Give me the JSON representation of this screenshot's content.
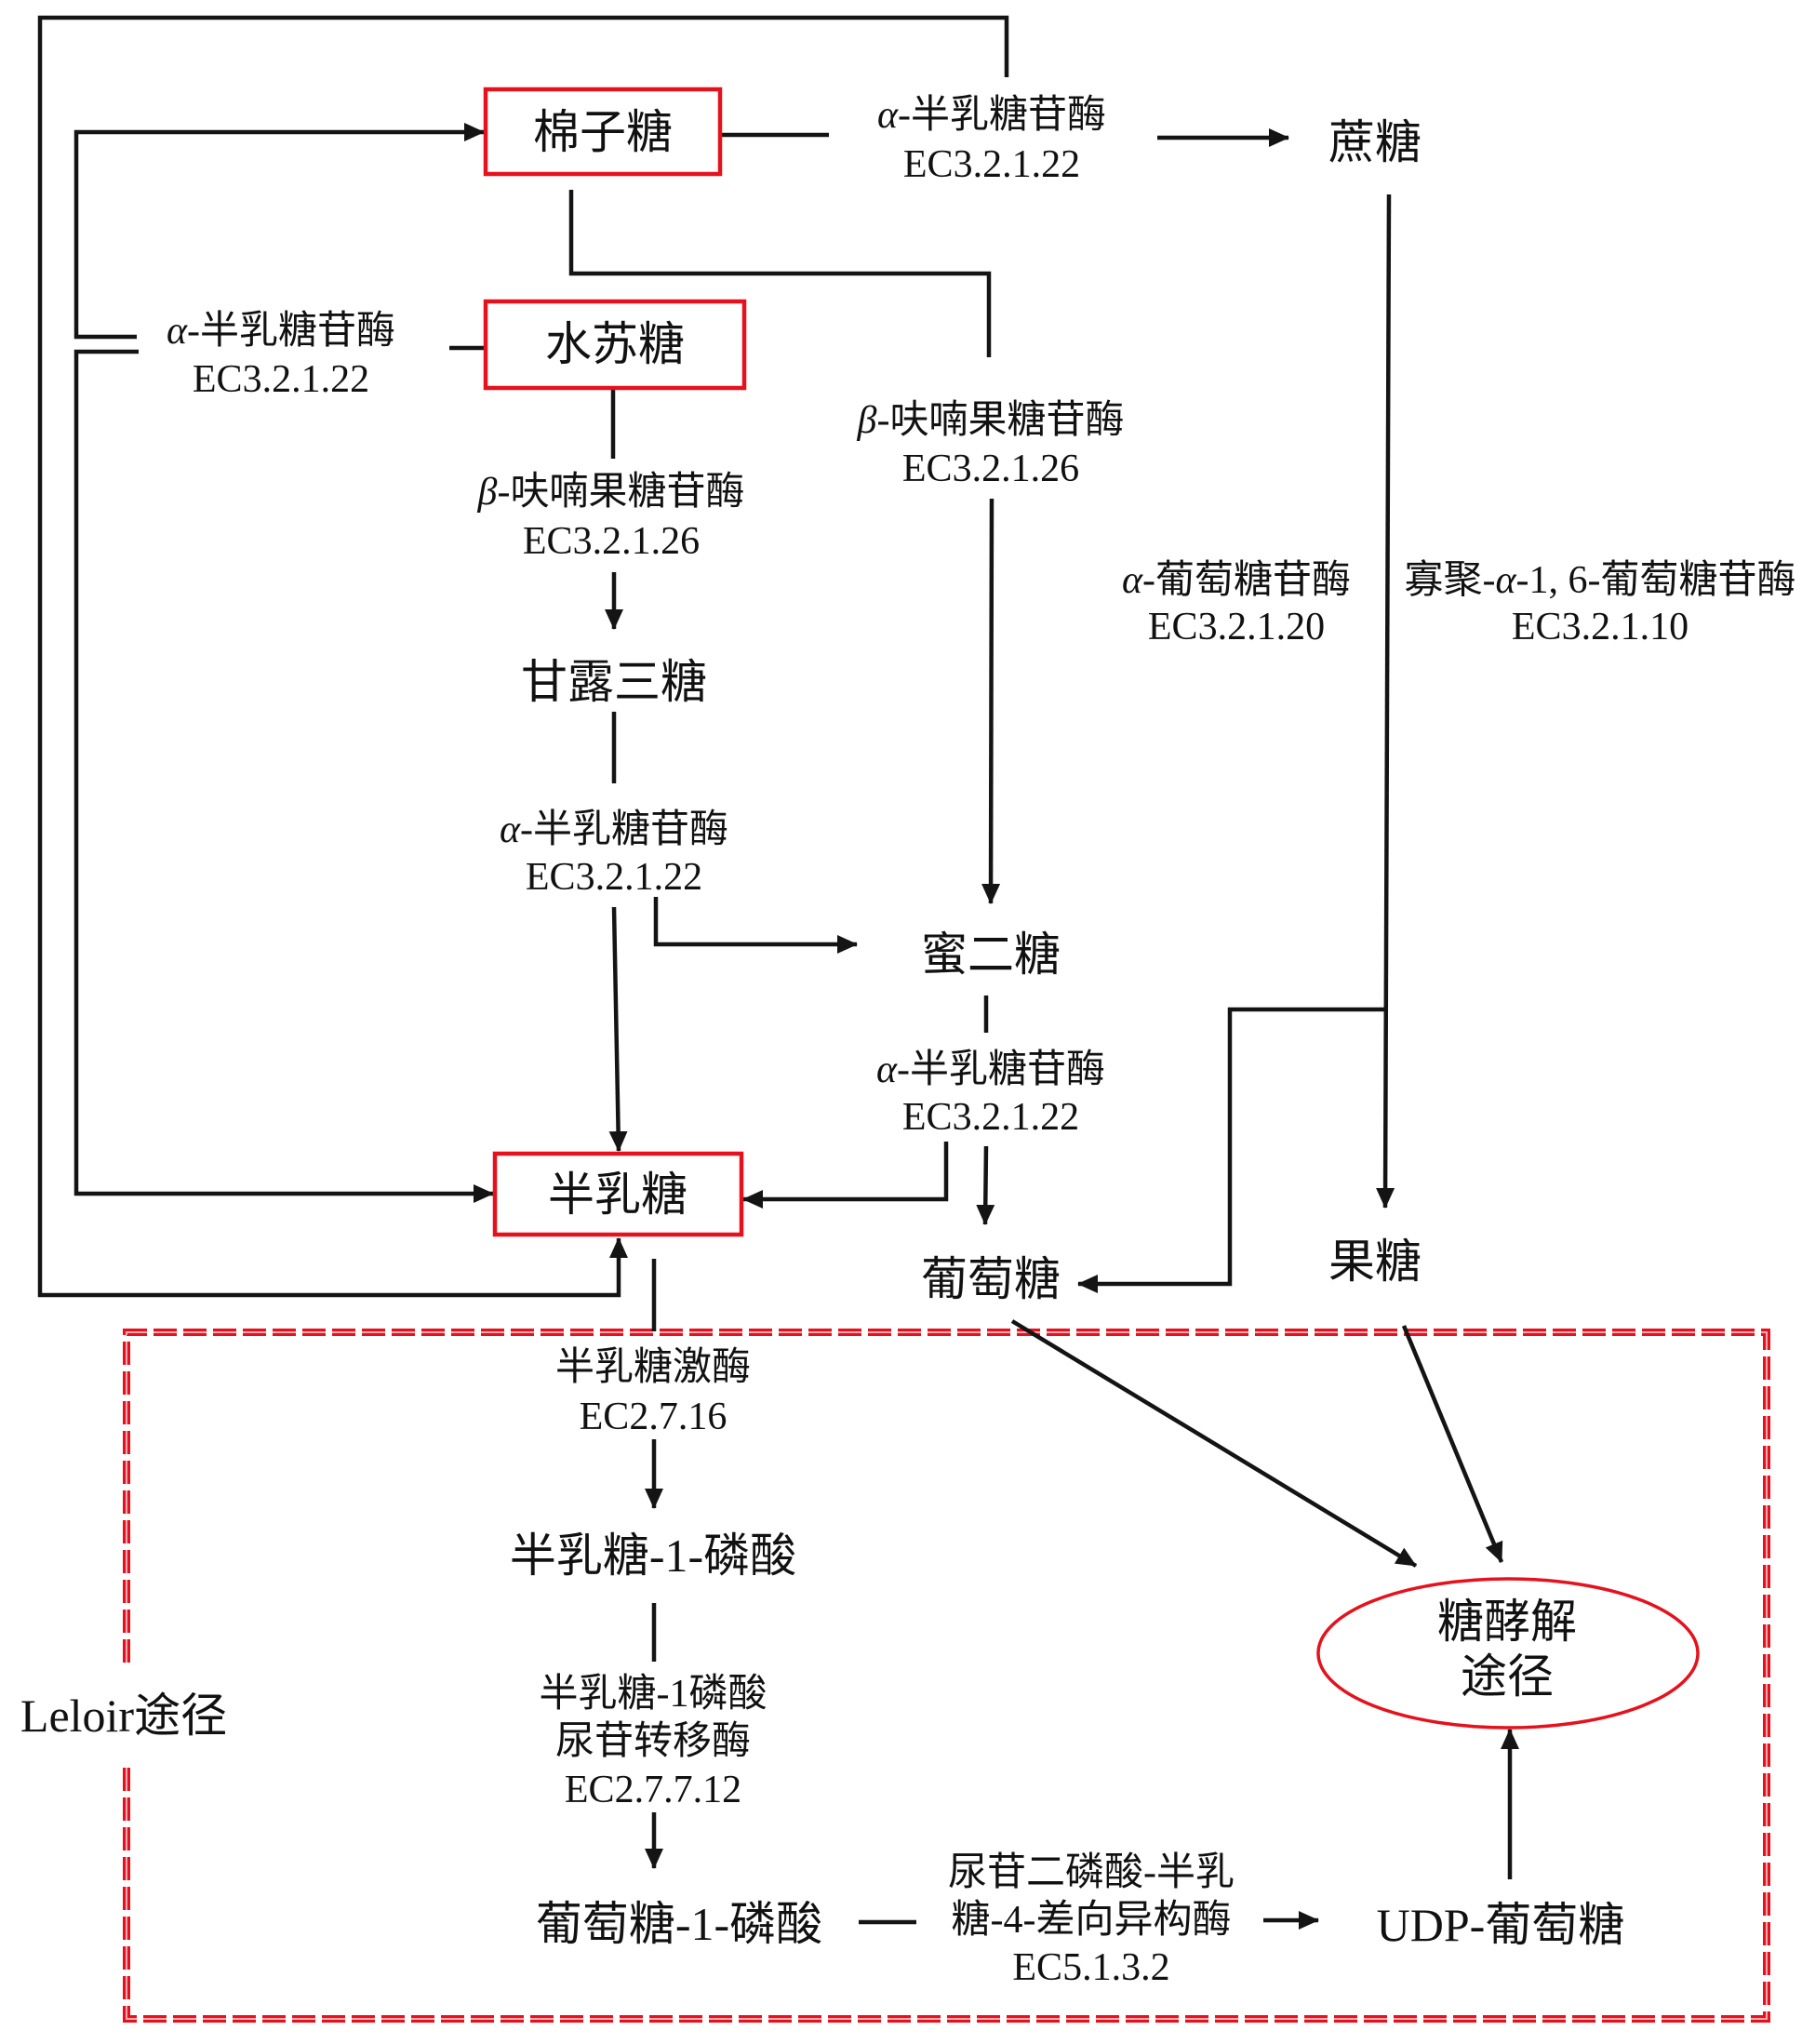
{
  "colors": {
    "highlight": "#e5121d",
    "line": "#141414"
  },
  "compounds": {
    "raffinose": "棉子糖",
    "stachyose": "水苏糖",
    "galactose": "半乳糖",
    "sucrose": "蔗糖",
    "manninotriose": "甘露三糖",
    "melibiose": "蜜二糖",
    "glucose": "葡萄糖",
    "fructose": "果糖",
    "galactose_1_phosphate": "半乳糖-1-磷酸",
    "glucose_1_phosphate": "葡萄糖-1-磷酸",
    "udp_glucose": "UDP-葡萄糖"
  },
  "glycolysis": {
    "line1": "糖酵解",
    "line2": "途径"
  },
  "leloir_label": "Leloir途径",
  "enzymes": {
    "raffinose_to_sucrose": {
      "greek": "α",
      "name": "-半乳糖苷酶",
      "ec": "EC3.2.1.22"
    },
    "stachyose_to_raffinose": {
      "greek": "α",
      "name": "-半乳糖苷酶",
      "ec": "EC3.2.1.22"
    },
    "raffinose_to_melibiose": {
      "greek": "β",
      "name": "-呋喃果糖苷酶",
      "ec": "EC3.2.1.26"
    },
    "stachyose_to_manninotriose": {
      "greek": "β",
      "name": "-呋喃果糖苷酶",
      "ec": "EC3.2.1.26"
    },
    "sucrose_alpha_glucosidase": {
      "greek": "α",
      "name": "-葡萄糖苷酶",
      "ec": "EC3.2.1.20"
    },
    "sucrose_oligo_glucosidase": {
      "prefix": "寡聚-",
      "greek": "α",
      "name": "-1, 6-葡萄糖苷酶",
      "ec": "EC3.2.1.10"
    },
    "manninotriose_hydrolysis": {
      "greek": "α",
      "name": "-半乳糖苷酶",
      "ec": "EC3.2.1.22"
    },
    "melibiose_hydrolysis": {
      "greek": "α",
      "name": "-半乳糖苷酶",
      "ec": "EC3.2.1.22"
    },
    "galactokinase": {
      "name": "半乳糖激酶",
      "ec": "EC2.7.16"
    },
    "gal1p_uridylyltransferase": {
      "line1": "半乳糖-1磷酸",
      "line2": "尿苷转移酶",
      "ec": "EC2.7.7.12"
    },
    "udp_galactose_epimerase": {
      "line1": "尿苷二磷酸-半乳",
      "line2": "糖-4-差向异构酶",
      "ec": "EC5.1.3.2"
    }
  }
}
